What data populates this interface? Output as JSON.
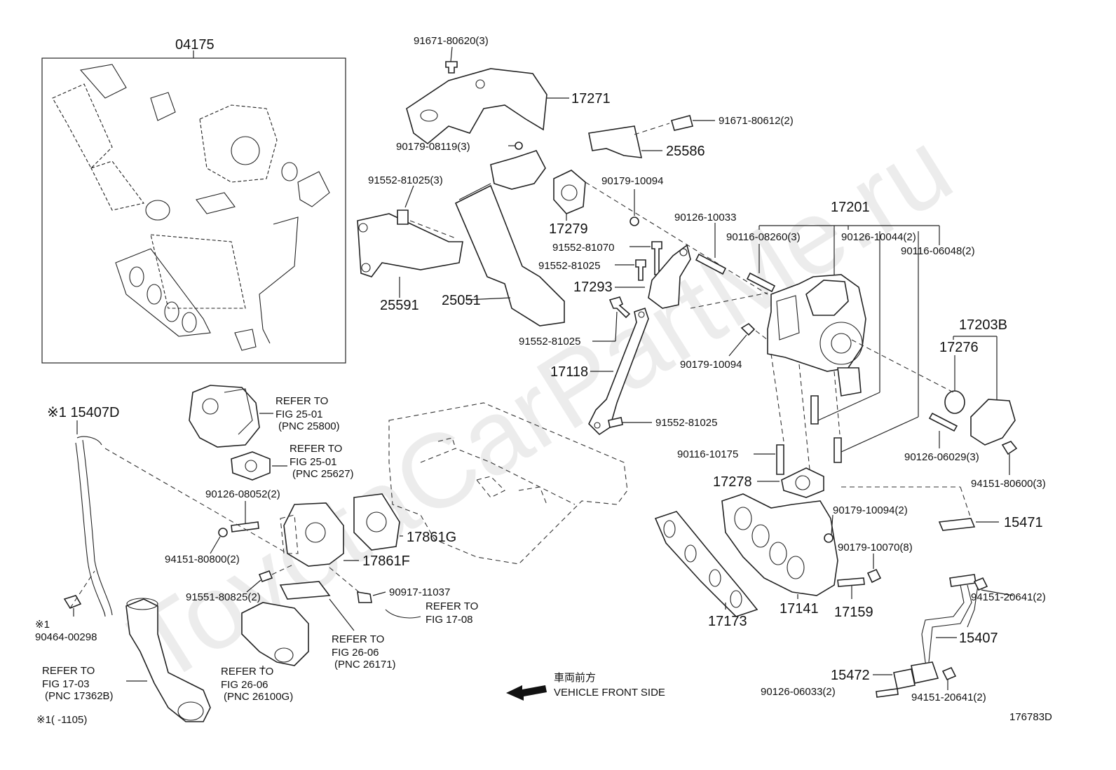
{
  "watermark": "ToyotaCarPartMe.ru",
  "diagram_id": "176783D",
  "front_note_jp": "車両前方",
  "front_note_en": "VEHICLE FRONT SIDE",
  "footnote": "※1(    -1105)",
  "labels": {
    "p04175": "04175",
    "p91671_80620": "91671-80620(3)",
    "p17271": "17271",
    "p91671_80612": "91671-80612(2)",
    "p25586": "25586",
    "p90179_08119": "90179-08119(3)",
    "p91552_81025a": "91552-81025(3)",
    "p90179_10094a": "90179-10094",
    "p17279": "17279",
    "p90126_10033": "90126-10033",
    "p17201": "17201",
    "p90116_08260": "90116-08260(3)",
    "p90126_10044": "90126-10044(2)",
    "p90116_06048": "90116-06048(2)",
    "p91552_81070": "91552-81070",
    "p91552_81025b": "91552-81025",
    "p17293": "17293",
    "p25591": "25591",
    "p25051": "25051",
    "p91552_81025c": "91552-81025",
    "p17203B": "17203B",
    "p17276": "17276",
    "p90179_10094b": "90179-10094",
    "p17118": "17118",
    "p91552_81025d": "91552-81025",
    "p15407D": "※1 15407D",
    "refer1": [
      "REFER TO",
      "FIG 25-01",
      "(PNC 25800)"
    ],
    "refer2": [
      "REFER TO",
      "FIG 25-01",
      "(PNC 25627)"
    ],
    "p90116_10175": "90116-10175",
    "p90126_06029": "90126-06029(3)",
    "p17278": "17278",
    "p94151_80600": "94151-80600(3)",
    "p90126_08052": "90126-08052(2)",
    "p90179_10094c": "90179-10094(2)",
    "p15471": "15471",
    "p17861G": "17861G",
    "p94151_80800": "94151-80800(2)",
    "p17861F": "17861F",
    "p90179_10070": "90179-10070(8)",
    "p94151_20641a": "94151-20641(2)",
    "p90917_11037": "90917-11037",
    "p91551_80825": "91551-80825(2)",
    "refer3": [
      "REFER TO",
      "FIG 17-08"
    ],
    "p17141": "17141",
    "p17159": "17159",
    "p17173": "17173",
    "p90464_00298": [
      "※1",
      "90464-00298"
    ],
    "refer4": [
      "REFER TO",
      "FIG 26-06",
      "(PNC 26171)"
    ],
    "p15407": "15407",
    "refer5": [
      "REFER TO",
      "FIG 17-03",
      "(PNC 17362B)"
    ],
    "refer6": [
      "REFER TO",
      "FIG 26-06",
      "(PNC 26100G)"
    ],
    "p15472": "15472",
    "p90126_06033": "90126-06033(2)",
    "p94151_20641b": "94151-20641(2)"
  }
}
